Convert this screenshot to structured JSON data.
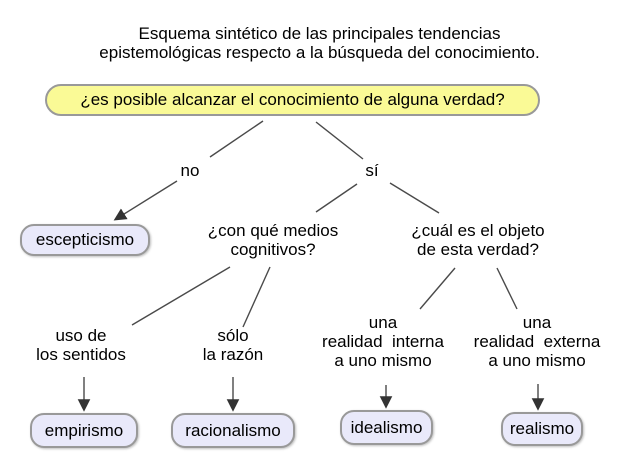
{
  "colors": {
    "background": "#ffffff",
    "root_fill": "#fafa96",
    "node_fill": "#e9e9fa",
    "box_border": "#999999",
    "line": "#4a4a4a",
    "arrowhead": "#333333",
    "text": "#000000"
  },
  "title": "Esquema sintético de las principales tendencias\nepistemológicas respecto a la búsqueda del conocimiento.",
  "root_question": "¿es posible alcanzar el conocimiento de alguna verdad?",
  "branches": {
    "no": "no",
    "si": "sí"
  },
  "questions": {
    "medios": "¿con qué medios\ncognitivos?",
    "objeto": "¿cuál es el objeto\nde esta verdad?"
  },
  "answers": {
    "sentidos": "uso de\nlos sentidos",
    "razon": "sólo\nla razón",
    "interna": "una\nrealidad  interna\na uno mismo",
    "externa": "una\nrealidad  externa\na uno mismo"
  },
  "nodes": {
    "escepticismo": "escepticismo",
    "empirismo": "empirismo",
    "racionalismo": "racionalismo",
    "idealismo": "idealismo",
    "realismo": "realismo"
  }
}
